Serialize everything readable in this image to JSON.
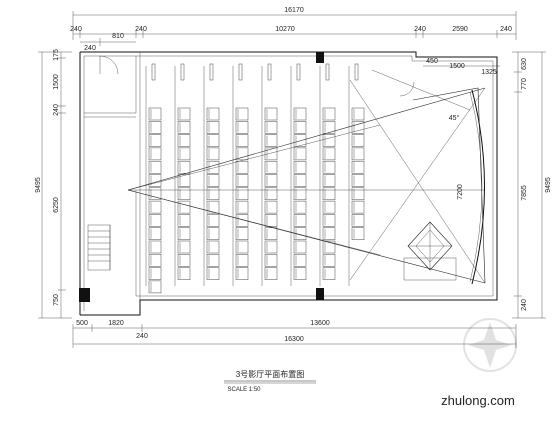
{
  "dimensions": {
    "top": {
      "overall": "16170",
      "segments": [
        "240",
        "240",
        "10270",
        "240",
        "2590",
        "240"
      ],
      "inner_left": [
        "240",
        "810"
      ],
      "right_room": [
        "450",
        "1500",
        "1325"
      ]
    },
    "bottom": {
      "segments": [
        "500",
        "1820",
        "13600"
      ],
      "wall": "240",
      "overall": "16300"
    },
    "left": {
      "overall": "9495",
      "segments": [
        "175",
        "1500",
        "240",
        "6250",
        "750"
      ]
    },
    "right": {
      "overall": "9495",
      "inner": "7855",
      "top": [
        "630",
        "770"
      ],
      "bottom": [
        "240"
      ]
    },
    "inner": {
      "screen_depth": "7200",
      "angle": "45°"
    }
  },
  "caption": {
    "title": "3号影厅平面布置图",
    "scale": "SCALE 1:50"
  },
  "watermark": {
    "text": "zhulong.com"
  }
}
